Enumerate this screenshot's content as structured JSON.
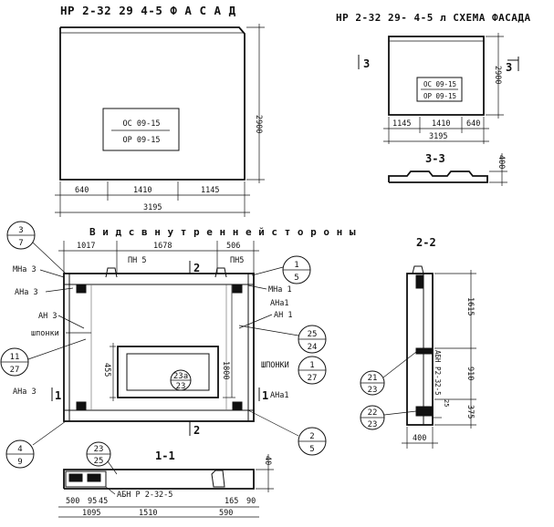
{
  "titles": {
    "facade": "НР 2-32 29 4-5  Ф А С А Д",
    "scheme": "НР 2-32 29- 4-5 л  СХЕМА ФАСАДА",
    "inside_view": "В и д  с  в н у т р е н н е й  с т о р о н ы"
  },
  "facade": {
    "window_top": "ОС 09-15",
    "window_bottom": "ОР 09-15",
    "dim_height": "2900",
    "dim_left": "640",
    "dim_mid": "1410",
    "dim_right": "1145",
    "dim_total": "3195"
  },
  "scheme": {
    "window_top": "ОС 09-15",
    "window_bottom": "ОР 09-15",
    "dim_height": "2900",
    "dim_left": "1145",
    "dim_mid": "1410",
    "dim_right": "640",
    "dim_total": "3195",
    "cut_mark": "3",
    "section_title": "3-3",
    "section_dim": "400"
  },
  "inside": {
    "dim_top_left": "1017",
    "dim_top_mid": "1678",
    "dim_top_right": "506",
    "labels": {
      "pn5_a": "ПН 5",
      "pn5_b": "ПН5",
      "cut2_top": "2",
      "cut2_bottom": "2",
      "cut1_left": "1",
      "cut1_right": "1",
      "mna3": "МНа 3",
      "ana3_mid": "АНа 3",
      "an3": "АН 3",
      "shponki_left": "шпонки",
      "ana3_bottom": "АНа 3",
      "mna1": "МНа 1",
      "ana1_top": "АНа1",
      "an1": "АН 1",
      "shponki_right": "ШПОНКИ",
      "ana1_bottom": "АНа1",
      "dim_window_h": "455",
      "dim_height": "1800",
      "center_mark_top": "23а",
      "center_mark_bottom": "23"
    },
    "callouts": [
      {
        "name": "callout-3-7",
        "top": "3",
        "bottom": "7"
      },
      {
        "name": "callout-11-27",
        "top": "11",
        "bottom": "27"
      },
      {
        "name": "callout-4-9",
        "top": "4",
        "bottom": "9"
      },
      {
        "name": "callout-1-5",
        "top": "1",
        "bottom": "5"
      },
      {
        "name": "callout-25-24",
        "top": "25",
        "bottom": "24"
      },
      {
        "name": "callout-1-27",
        "top": "1",
        "bottom": "27"
      },
      {
        "name": "callout-2-5",
        "top": "2",
        "bottom": "5"
      }
    ]
  },
  "section11": {
    "title": "1-1",
    "mark_top": "23",
    "mark_bottom": "25",
    "beam": "АБН Р 2-32-5",
    "dim_depth": "40",
    "dim_500": "500",
    "dim_95": "95",
    "dim_45": "45",
    "dim_1095": "1095",
    "dim_1510": "1510",
    "dim_165": "165",
    "dim_90": "90",
    "dim_590": "590"
  },
  "section22": {
    "title": "2-2",
    "dim_1615": "1615",
    "dim_910": "910",
    "dim_25": "25",
    "dim_375": "375",
    "dim_400": "400",
    "beam": "АБН Р2-32-5",
    "callout_a": {
      "top": "21",
      "bottom": "23"
    },
    "callout_b": {
      "top": "22",
      "bottom": "23"
    }
  }
}
